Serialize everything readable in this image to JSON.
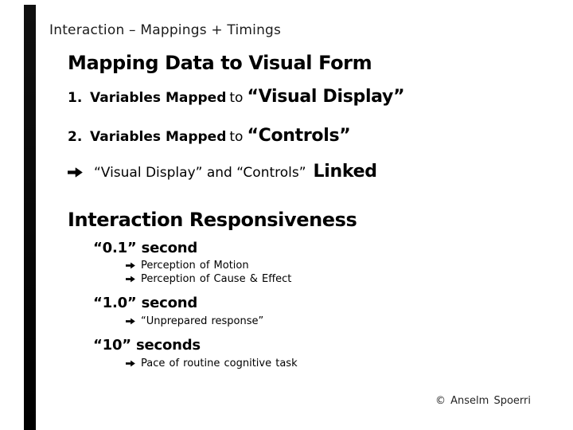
{
  "slide": {
    "title": "Interaction – Mappings + Timings",
    "mapping": {
      "heading": "Mapping Data to Visual Form",
      "items": [
        {
          "number": "1.",
          "lead": "Variables Mapped",
          "connector": "to",
          "emphasis": "“Visual Display”"
        },
        {
          "number": "2.",
          "lead": "Variables Mapped",
          "connector": "to",
          "emphasis": "“Controls”"
        }
      ],
      "linked": {
        "text": "“Visual Display” and “Controls”",
        "emphasis": "Linked"
      }
    },
    "responsiveness": {
      "heading": "Interaction Responsiveness",
      "timings": [
        {
          "label": "“0.1” second",
          "bullets": [
            "Perception of Motion",
            "Perception of Cause & Effect"
          ]
        },
        {
          "label": "“1.0” second",
          "bullets": [
            "“Unprepared response”"
          ]
        },
        {
          "label": "“10” seconds",
          "bullets": [
            "Pace of routine cognitive task"
          ]
        }
      ]
    },
    "footer": {
      "copyright": "© Anselm Spoerri"
    }
  },
  "icons": {
    "bullet_arrow": "right-arrow"
  },
  "colors": {
    "background": "#ffffff",
    "text": "#000000",
    "title_text": "#1c1c1c",
    "left_bar": "#000000"
  }
}
